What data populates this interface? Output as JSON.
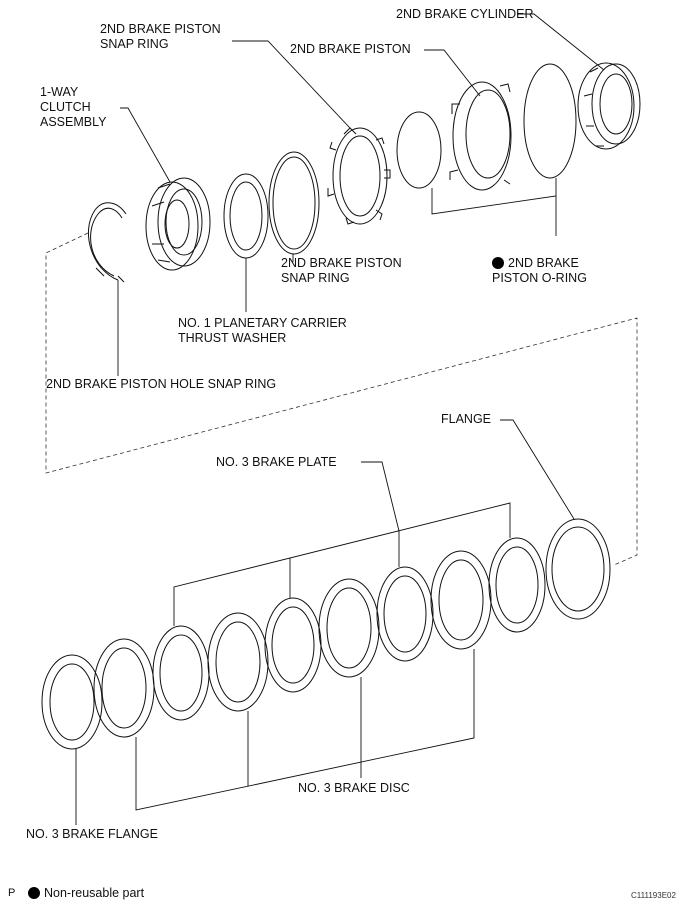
{
  "labels": {
    "brake_cylinder": "2ND BRAKE CYLINDER",
    "piston_snap_ring_top": "2ND BRAKE PISTON\nSNAP RING",
    "piston": "2ND BRAKE PISTON",
    "one_way_clutch": "1-WAY\nCLUTCH\nASSEMBLY",
    "o_ring": "2ND BRAKE\nPISTON O-RING",
    "piston_snap_ring_mid": "2ND BRAKE PISTON\nSNAP RING",
    "thrust_washer": "NO. 1 PLANETARY CARRIER\nTHRUST WASHER",
    "hole_snap_ring": "2ND BRAKE PISTON HOLE SNAP RING",
    "flange": "FLANGE",
    "brake_plate": "NO. 3 BRAKE PLATE",
    "brake_disc": "NO. 3 BRAKE DISC",
    "brake_flange": "NO. 3 BRAKE FLANGE"
  },
  "legend": {
    "non_reusable": "Non-reusable part"
  },
  "corner": {
    "left_mark": "P",
    "code": "C111193E02"
  }
}
